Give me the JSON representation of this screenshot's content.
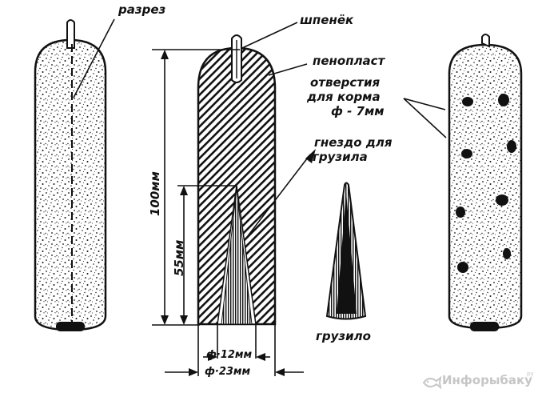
{
  "labels": {
    "cut": "разрез",
    "peg": "шпенёк",
    "foam": "пенопласт",
    "holes_line1": "отверстия",
    "holes_line2": "для корма",
    "holes_line3": "ф - 7мм",
    "socket_line1": "гнездо для",
    "socket_line2": "грузила",
    "height_total": "100мм",
    "height_socket": "55мм",
    "diam_socket": "ф·12мм",
    "diam_body": "ф·23мм",
    "sinker": "грузило"
  },
  "watermark": {
    "text": "Инфорыбаку",
    "suffix": "ру"
  },
  "colors": {
    "ink": "#111111",
    "watermark": "#c6c6c6"
  },
  "icons": {
    "watermark": "fish-icon"
  }
}
